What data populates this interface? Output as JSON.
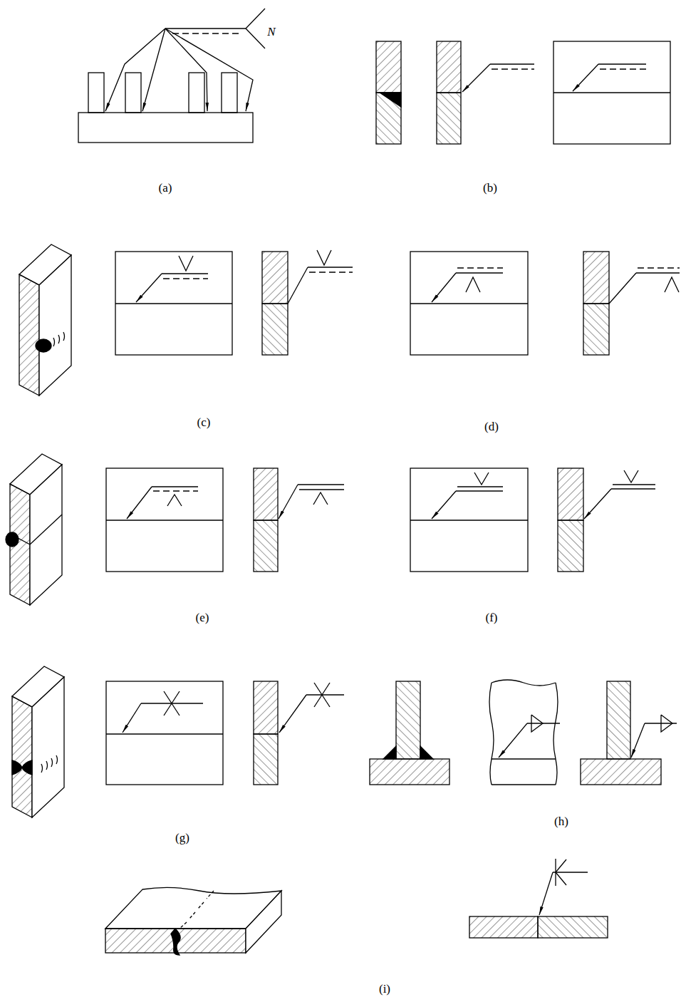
{
  "diagram": {
    "labels": [
      "N",
      "(a)",
      "(b)",
      "(c)",
      "(d)",
      "(e)",
      "(f)",
      "(g)",
      "(h)",
      "(i)"
    ]
  }
}
